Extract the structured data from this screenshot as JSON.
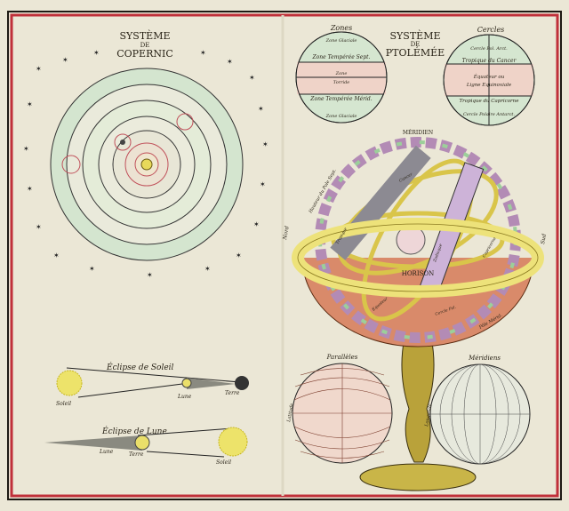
{
  "copernic": {
    "title1": "SYSTÈME",
    "title2": "DE",
    "title3": "COPERNIC"
  },
  "ptolemee": {
    "title1": "SYSTÈME",
    "title2": "DE",
    "title3": "PTOLÉMÉE",
    "zones": {
      "heading": "Zones",
      "glaciale_n": "Zone Glaciale",
      "temperee_sept": "Zone Tempérée Sept.",
      "torride1": "Zone",
      "torride2": "Torride",
      "temperee_merid": "Zone Tempérée Mérid.",
      "glaciale_s": "Zone Glaciale"
    },
    "cercles": {
      "heading": "Cercles",
      "polaire_arct": "Cercle Pol. Arct.",
      "cancer": "Tropique du Cancer",
      "equateur1": "Équateur ou",
      "equateur2": "Ligne Equinoxiale",
      "capricorne": "Tropique du Capricorne",
      "polaire_antarct": "Cercle Polaire Antarct."
    }
  },
  "armillary": {
    "meridien": "MÉRIDIEN",
    "horison": "HORISON",
    "nord": "Nord",
    "sud": "Sud",
    "pole_sept": "Hauteur du Pole Sept.",
    "pole_merid": "Pôle Mérid.",
    "zodiaque": "Zodiaque",
    "tropique": "Tropique",
    "cancer": "Cancer",
    "capricorne": "Capricorne",
    "equateur": "Equateur",
    "cercle_pol": "Cercle Pol."
  },
  "eclipse_soleil": {
    "title": "Éclipse de Soleil",
    "soleil": "Soleil",
    "lune": "Lune",
    "terre": "Terre"
  },
  "eclipse_lune": {
    "title": "Éclipse de Lune",
    "lune": "Lune",
    "terre": "Terre",
    "soleil": "Soleil"
  },
  "parallels": {
    "title": "Parallèles",
    "side": "Latitude"
  },
  "meridiens": {
    "title": "Méridiens",
    "side": "Longitude"
  },
  "colors": {
    "paper": "#ebe7d6",
    "border_red": "#c0303a",
    "green": "#cfe3cc",
    "pink": "#efd3c8",
    "yellow": "#ede27a",
    "gold": "#b9a23a"
  }
}
